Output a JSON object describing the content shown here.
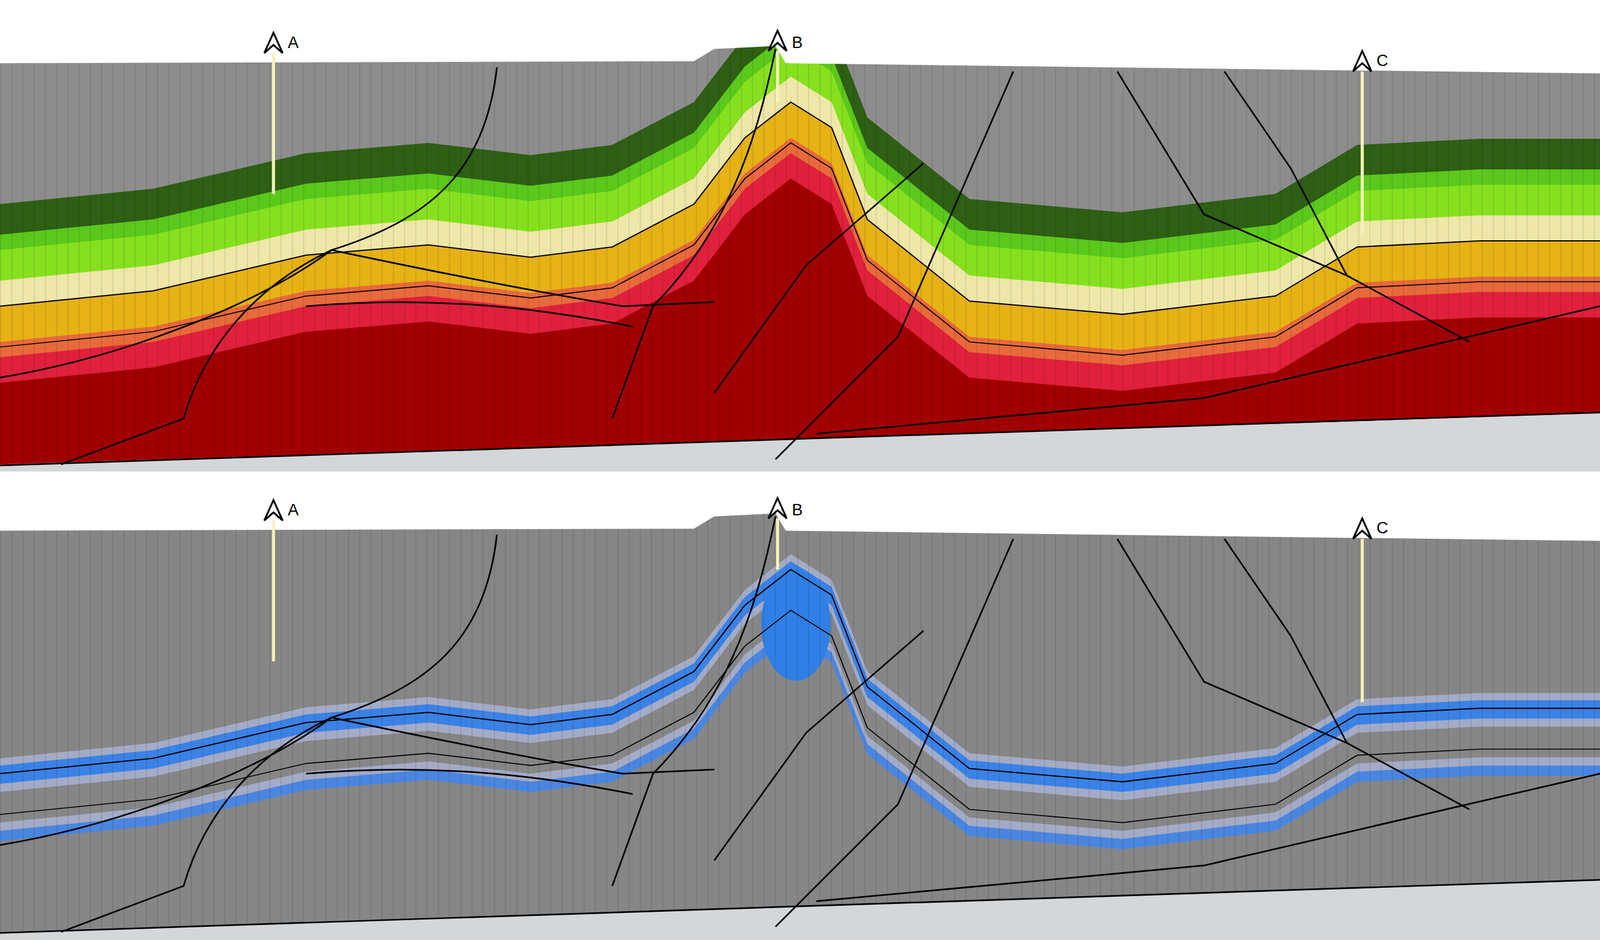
{
  "diagram": {
    "labels": [
      "A",
      "B",
      "C",
      "A",
      "B",
      "C"
    ]
  }
}
